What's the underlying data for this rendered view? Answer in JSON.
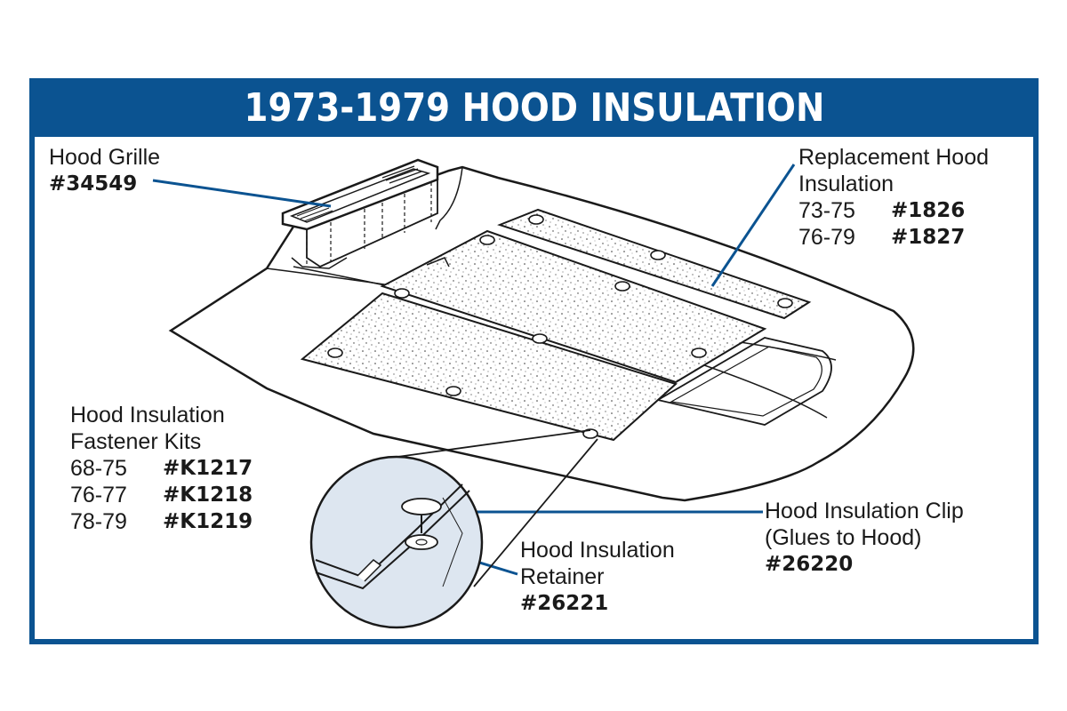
{
  "title": "1973-1979 HOOD INSULATION",
  "colors": {
    "brand_blue": "#0b5391",
    "magnifier_fill": "#dde6f0"
  },
  "hood_grille": {
    "name": "Hood Grille",
    "part": "#34549"
  },
  "replacement_insulation": {
    "name_line1": "Replacement Hood",
    "name_line2": "Insulation",
    "rows": [
      {
        "years": "73-75",
        "part": "#1826"
      },
      {
        "years": "76-79",
        "part": "#1827"
      }
    ]
  },
  "fastener_kits": {
    "name_line1": "Hood Insulation",
    "name_line2": "Fastener Kits",
    "rows": [
      {
        "years": "68-75",
        "part": "#K1217"
      },
      {
        "years": "76-77",
        "part": "#K1218"
      },
      {
        "years": "78-79",
        "part": "#K1219"
      }
    ]
  },
  "retainer": {
    "name_line1": "Hood Insulation",
    "name_line2": "Retainer",
    "part": "#26221"
  },
  "clip": {
    "name_line1": "Hood Insulation Clip",
    "name_line2": "(Glues to Hood)",
    "part": "#26220"
  }
}
